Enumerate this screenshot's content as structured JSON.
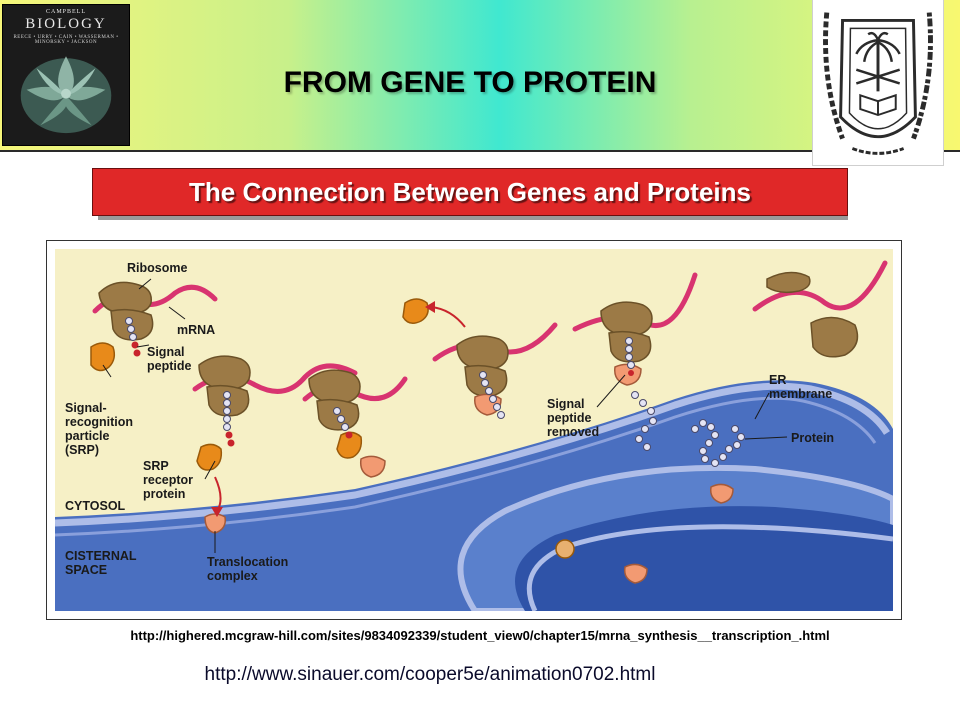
{
  "book": {
    "publisher": "CAMPBELL",
    "title": "BIOLOGY",
    "authors": "REECE • URRY • CAIN • WASSERMAN • MINORSKY • JACKSON"
  },
  "header": {
    "title": "FROM GENE TO PROTEIN"
  },
  "subtitle": "The Connection Between Genes and Proteins",
  "diagram": {
    "labels": {
      "ribosome": "Ribosome",
      "mrna": "mRNA",
      "signal_peptide": "Signal\npeptide",
      "srp": "Signal-\nrecognition\nparticle\n(SRP)",
      "srp_receptor": "SRP\nreceptor\nprotein",
      "cytosol": "CYTOSOL",
      "cisternal": "CISTERNAL\nSPACE",
      "translocation": "Translocation\ncomplex",
      "signal_removed": "Signal\npeptide\nremoved",
      "er_membrane": "ER\nmembrane",
      "protein": "Protein"
    }
  },
  "links": {
    "url1": "http://highered.mcgraw-hill.com/sites/9834092339/student_view0/chapter15/mrna_synthesis__transcription_.html",
    "url2": "http://www.sinauer.com/cooper5e/animation0702.html"
  },
  "colors": {
    "subtitle_bg": "#e02828",
    "er_blue": "#4a6fc0",
    "cytosol_bg": "#f6f0c6",
    "ribosome": "#9c7a46",
    "mrna": "#d83470",
    "srp": "#e88a1a"
  }
}
